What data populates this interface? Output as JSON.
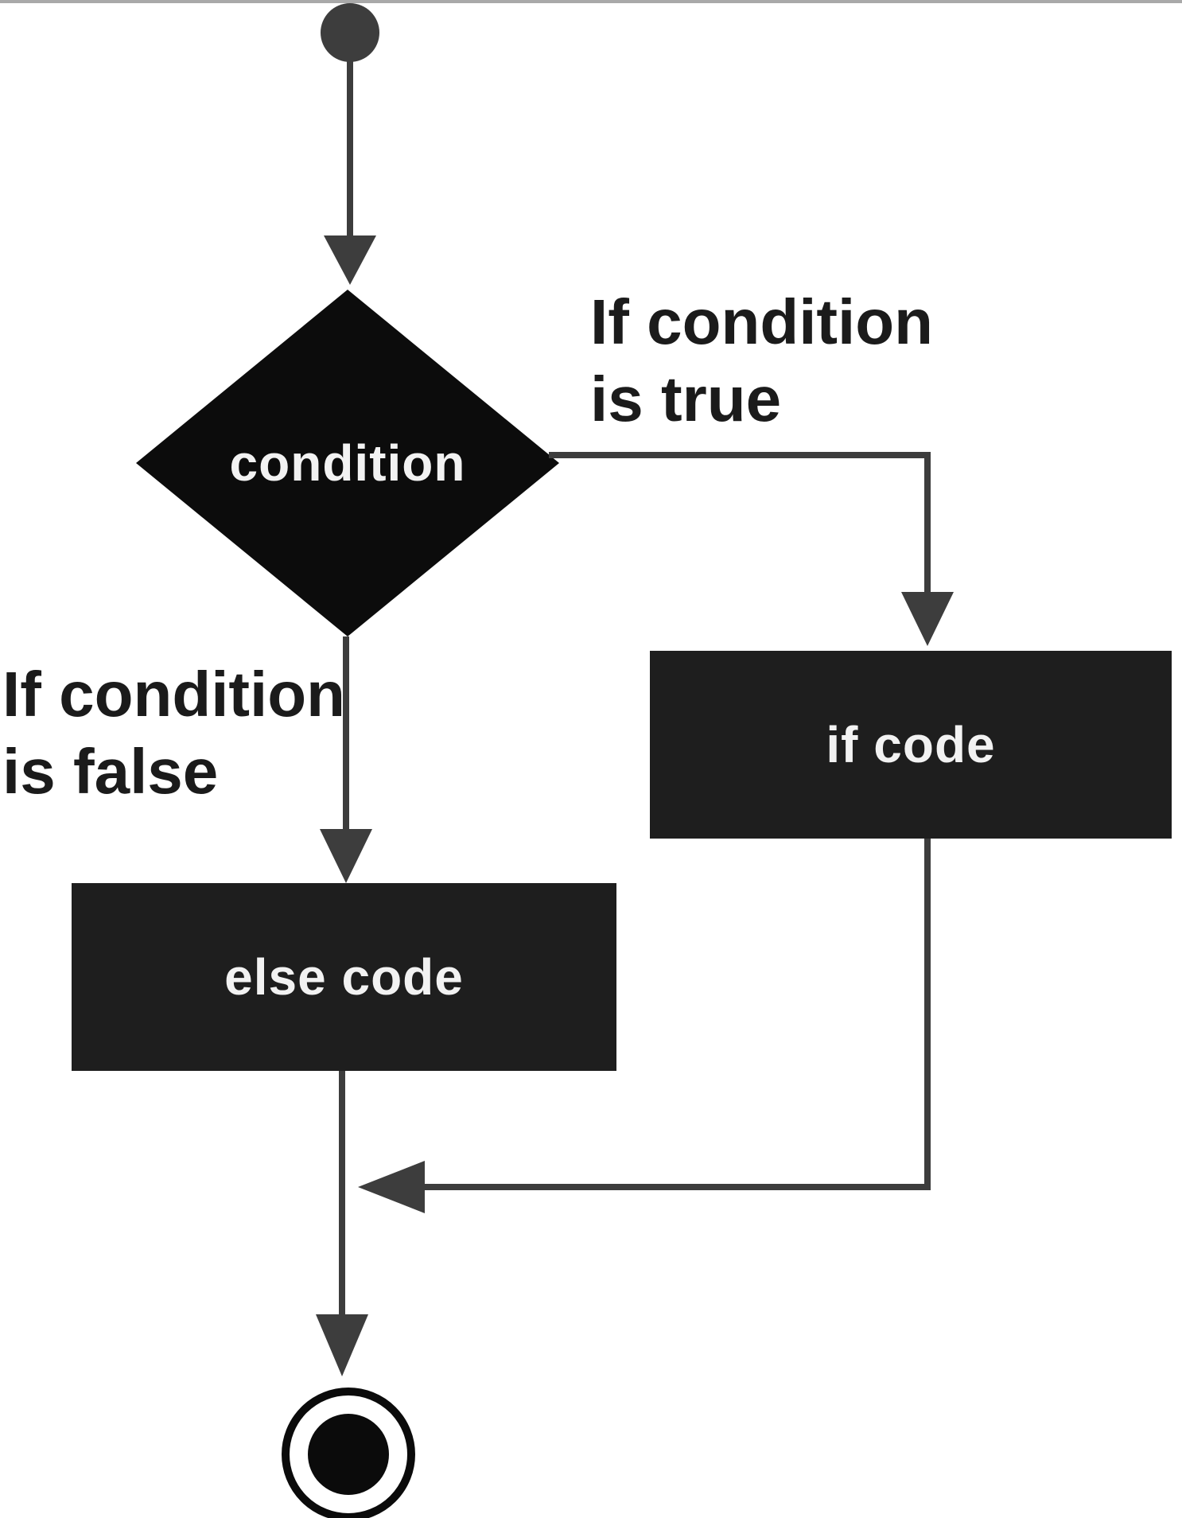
{
  "colors": {
    "background": "#ffffff",
    "top_strip": "#a9a9a9",
    "line": "#3d3d3d",
    "decision_fill": "#0c0c0c",
    "process_fill": "#1e1e1e",
    "node_text": "#f2f2f2",
    "label_text": "#1b1b1b",
    "terminator": "#0b0b0b"
  },
  "flowchart": {
    "decision": {
      "label": "condition"
    },
    "branch_true": {
      "label_line1": "If condition",
      "label_line2": "is true",
      "process_label": "if code"
    },
    "branch_false": {
      "label_line1": "If condition",
      "label_line2": "is false",
      "process_label": "else code"
    }
  }
}
